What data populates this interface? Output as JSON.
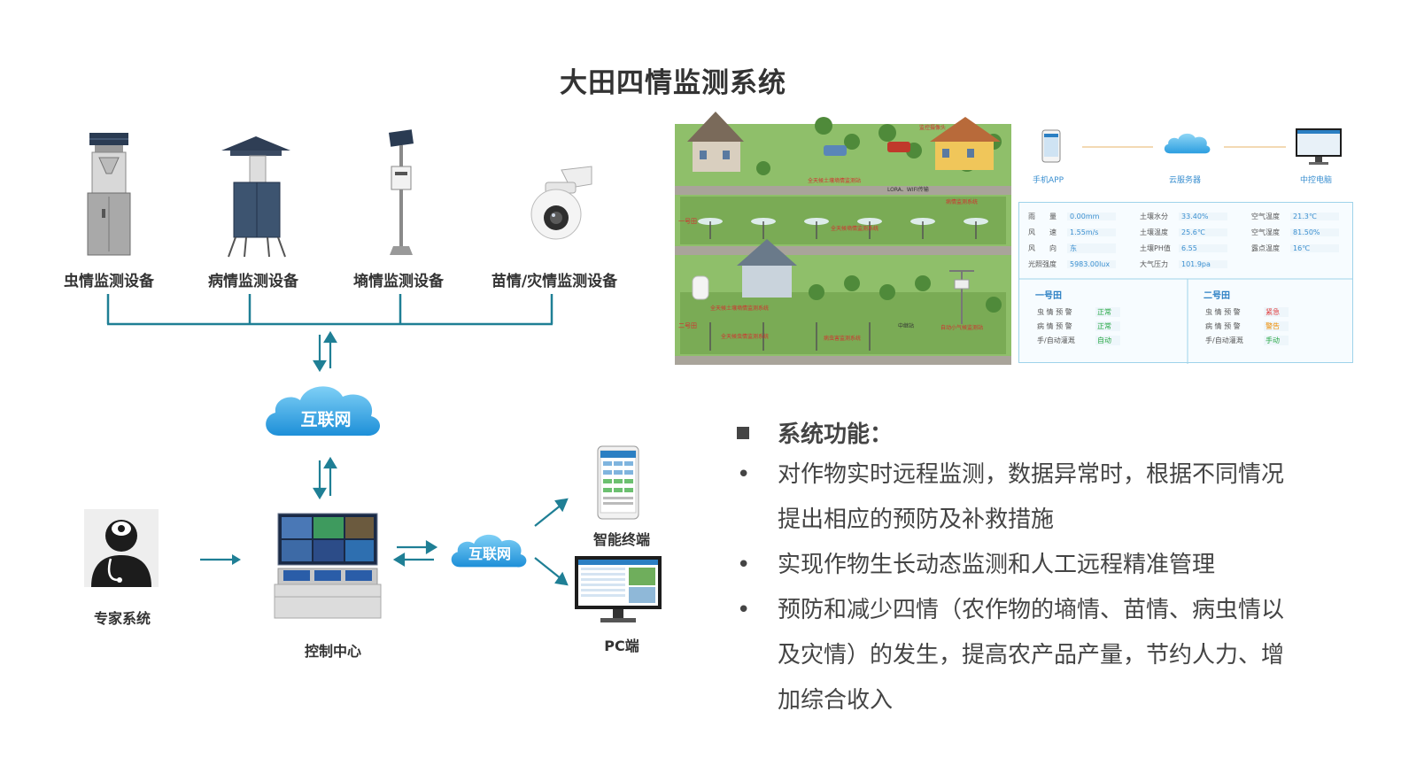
{
  "title": "大田四情监测系统",
  "devices": [
    {
      "label": "虫情监测设备",
      "icon": "insect-monitor-icon"
    },
    {
      "label": "病情监测设备",
      "icon": "disease-monitor-icon"
    },
    {
      "label": "墒情监测设备",
      "icon": "soil-moisture-monitor-icon"
    },
    {
      "label": "苗情/灾情监测设备",
      "icon": "ptz-camera-icon"
    }
  ],
  "internet_label": "互联网",
  "internet_label_2": "互联网",
  "expert_label": "专家系统",
  "control_label": "控制中心",
  "terminal_label": "智能终端",
  "pc_label": "PC端",
  "scene": {
    "signal_label": "LORA、WIFI传输",
    "field_one": "一号田",
    "field_two": "二号田",
    "station_label": "中继站"
  },
  "dashboard": {
    "app_label": "手机APP",
    "cloud_label": "云服务器",
    "pc_label": "中控电脑",
    "env": [
      {
        "k": "雨　　量",
        "v": "0.00mm"
      },
      {
        "k": "土壤水分",
        "v": "33.40%"
      },
      {
        "k": "空气温度",
        "v": "21.3℃"
      },
      {
        "k": "风　　速",
        "v": "1.55m/s"
      },
      {
        "k": "土壤温度",
        "v": "25.6℃"
      },
      {
        "k": "空气湿度",
        "v": "81.50%"
      },
      {
        "k": "风　　向",
        "v": "东"
      },
      {
        "k": "土壤PH值",
        "v": "6.55"
      },
      {
        "k": "露点温度",
        "v": "16℃"
      },
      {
        "k": "光照强度",
        "v": "5983.00lux"
      },
      {
        "k": "大气压力",
        "v": "101.9pa"
      }
    ],
    "fields": [
      {
        "title": "一号田",
        "rows": [
          {
            "k": "虫 情 预 警",
            "s": "正常",
            "c": "#27a844"
          },
          {
            "k": "病 情 预 警",
            "s": "正常",
            "c": "#27a844"
          },
          {
            "k": "手/自动灌溉",
            "s": "自动",
            "c": "#27a844"
          }
        ]
      },
      {
        "title": "二号田",
        "rows": [
          {
            "k": "虫 情 预 警",
            "s": "紧急",
            "c": "#e03b3b"
          },
          {
            "k": "病 情 预 警",
            "s": "警告",
            "c": "#f08c00"
          },
          {
            "k": "手/自动灌溉",
            "s": "手动",
            "c": "#27a844"
          }
        ]
      }
    ]
  },
  "functions": {
    "heading": "系统功能：",
    "items": [
      "对作物实时远程监测，数据异常时，根据不同情况提出相应的预防及补救措施",
      "实现作物生长动态监测和人工远程精准管理",
      "预防和减少四情（农作物的墒情、苗情、病虫情以及灾情）的发生，提高农产品产量，节约人力、增加综合收入"
    ]
  },
  "colors": {
    "tree_line": "#1f7f95",
    "arrow": "#1f7f95",
    "cloud": "#2aa6e8",
    "text": "#333333",
    "accent": "#2b7fc3"
  }
}
